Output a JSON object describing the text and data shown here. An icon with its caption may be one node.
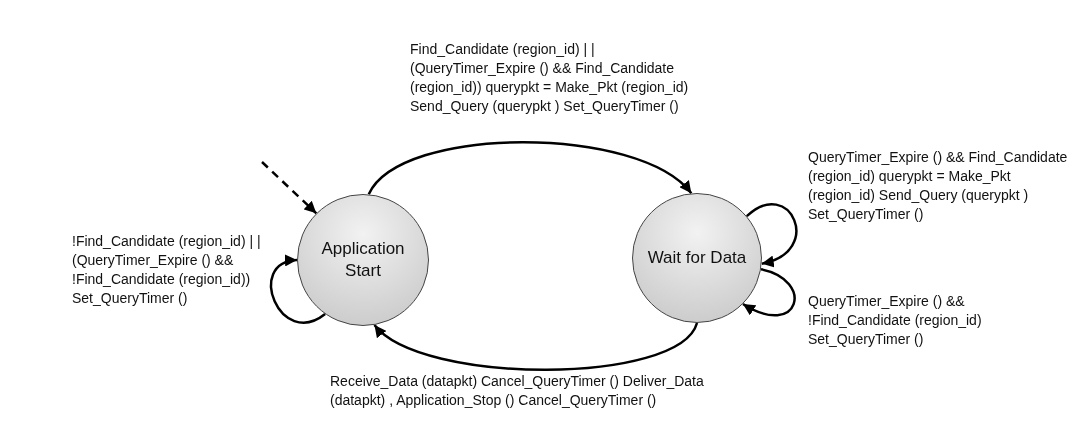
{
  "diagram": {
    "nodes": [
      {
        "text": [
          "Application Start"
        ]
      },
      {
        "text": [
          "Wait for Data"
        ]
      }
    ],
    "edges": [
      {
        "from": null,
        "to": 0,
        "arrow": "to",
        "style": "dashed"
      },
      {
        "from": 0,
        "to": 1,
        "arrow": "to",
        "label": "Find_Candidate (region_id) | | (QueryTimer_Expire () && Find_Candidate (region_id)) querypkt = Make_Pkt (region_id) Send_Query (querypkt ) Set_QueryTimer ()"
      },
      {
        "from": 0,
        "to": 0,
        "arrow": "to",
        "label": "!Find_Candidate (region_id) | | (QueryTimer_Expire () && !Find_Candidate (region_id)) Set_QueryTimer ()"
      },
      {
        "from": 1,
        "to": 1,
        "arrow": "to",
        "label": "QueryTimer_Expire () && Find_Candidate (region_id) querypkt = Make_Pkt (region_id) Send_Query (querypkt ) Set_QueryTimer ()"
      },
      {
        "from": 1,
        "to": 1,
        "arrow": "to",
        "label": "QueryTimer_Expire () && !Find_Candidate (region_id) Set_QueryTimer ()"
      },
      {
        "from": 1,
        "to": 0,
        "arrow": "to",
        "label": "Receive_Data (datapkt) Cancel_QueryTimer () Deliver_Data (datapkt) , Application_Stop () Cancel_QueryTimer ()"
      }
    ]
  }
}
